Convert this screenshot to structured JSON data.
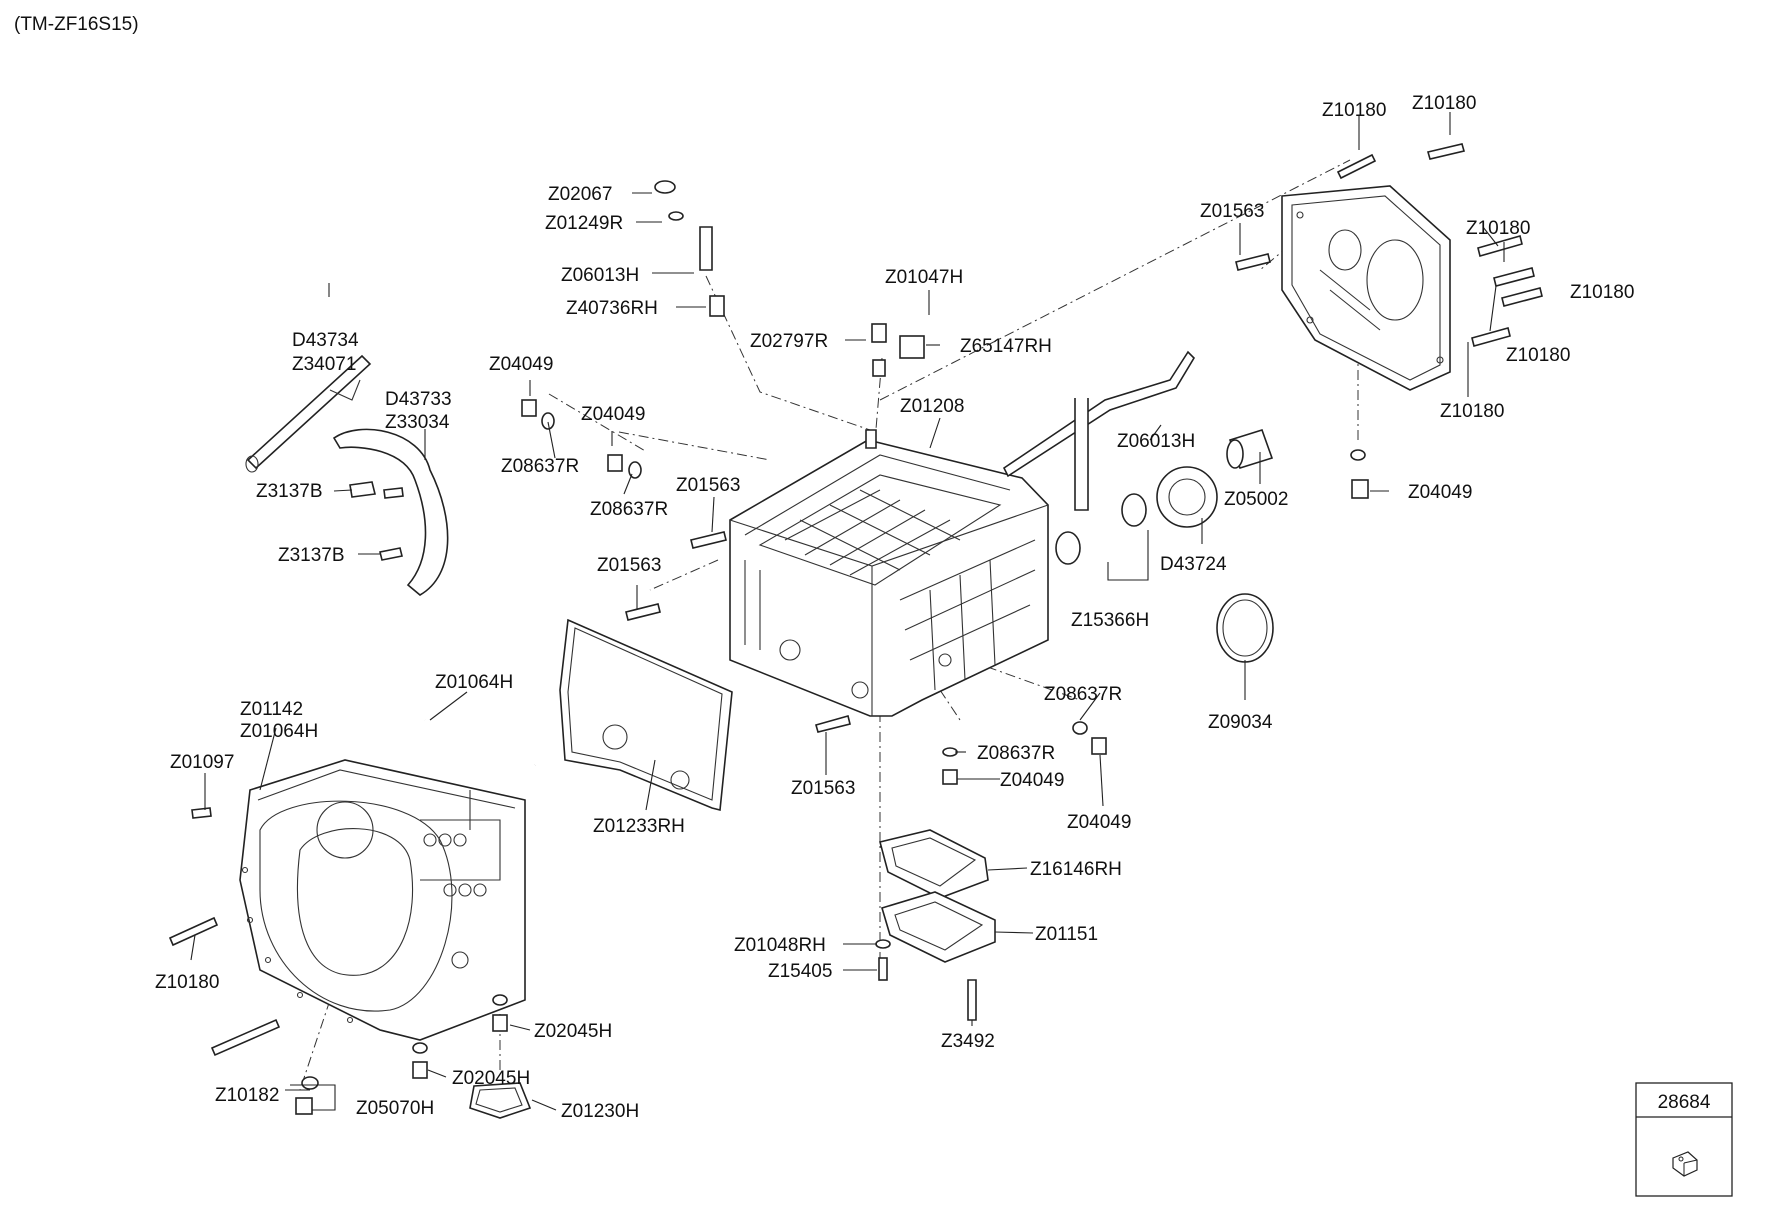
{
  "diagram": {
    "title": "(TM-ZF16S15)",
    "reference_box": {
      "code": "28684",
      "symbol_icon": "clip-icon"
    },
    "part_labels": [
      "Z02067",
      "Z01249R",
      "Z06013H",
      "Z40736RH",
      "Z01047H",
      "Z02797R",
      "Z65147RH",
      "Z10180",
      "Z10180",
      "Z01563",
      "Z10180",
      "Z10180",
      "Z10180",
      "Z10180",
      "D43734",
      "Z34071",
      "D43733",
      "Z33034",
      "Z3137B",
      "Z3137B",
      "Z04049",
      "Z04049",
      "Z08637R",
      "Z08637R",
      "Z01563",
      "Z01208",
      "Z06013H",
      "Z05002",
      "Z04049",
      "D43724",
      "Z15366H",
      "Z01563",
      "Z09034",
      "Z08637R",
      "Z08637R",
      "Z04049",
      "Z04049",
      "Z01064H",
      "Z01142",
      "Z01064H",
      "Z01097",
      "Z01233RH",
      "Z01563",
      "Z16146RH",
      "Z01151",
      "Z01048RH",
      "Z15405",
      "Z3492",
      "Z10180",
      "Z02045H",
      "Z02045H",
      "Z10182",
      "Z05070H",
      "Z01230H"
    ]
  }
}
